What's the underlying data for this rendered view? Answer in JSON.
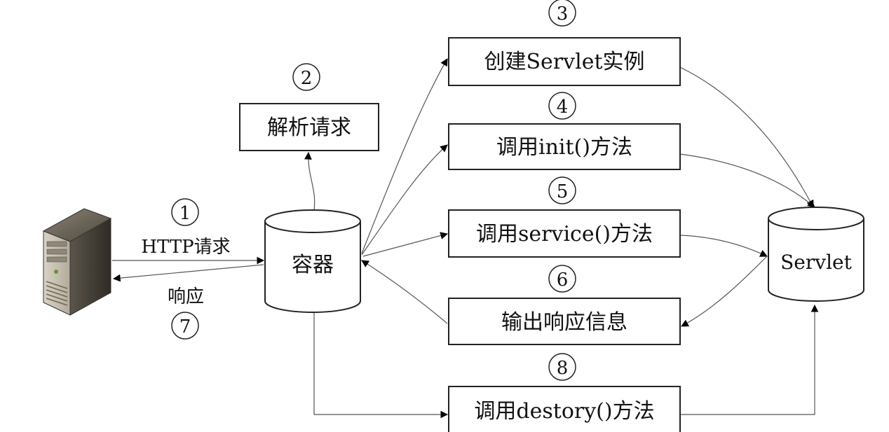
{
  "steps": {
    "s1": "1",
    "s2": "2",
    "s3": "3",
    "s4": "4",
    "s5": "5",
    "s6": "6",
    "s7": "7",
    "s8": "8"
  },
  "labels": {
    "http_request": "HTTP请求",
    "response": "响应",
    "container": "容器",
    "servlet": "Servlet"
  },
  "boxes": {
    "parse_request": "解析请求",
    "create_instance": "创建Servlet实例",
    "call_init": "调用init()方法",
    "call_service": "调用service()方法",
    "output_response": "输出响应信息",
    "call_destroy": "调用destory()方法"
  },
  "icons": {
    "client": "server-computer-icon"
  }
}
